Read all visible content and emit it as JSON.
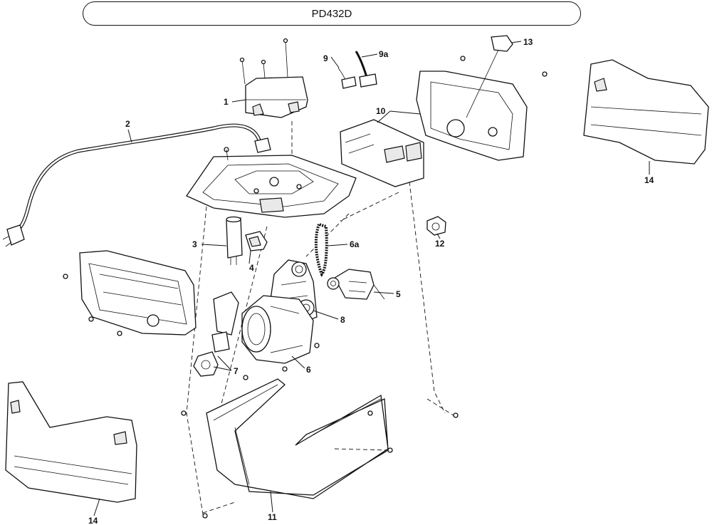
{
  "title": "PD432D",
  "callouts": [
    {
      "id": "1",
      "label": "1"
    },
    {
      "id": "2",
      "label": "2"
    },
    {
      "id": "3",
      "label": "3"
    },
    {
      "id": "4",
      "label": "4"
    },
    {
      "id": "5",
      "label": "5"
    },
    {
      "id": "6",
      "label": "6"
    },
    {
      "id": "6a",
      "label": "6a"
    },
    {
      "id": "7",
      "label": "7"
    },
    {
      "id": "8",
      "label": "8"
    },
    {
      "id": "9",
      "label": "9"
    },
    {
      "id": "9a",
      "label": "9a"
    },
    {
      "id": "10",
      "label": "10"
    },
    {
      "id": "11",
      "label": "11"
    },
    {
      "id": "12",
      "label": "12"
    },
    {
      "id": "13",
      "label": "13"
    },
    {
      "id": "14-right",
      "label": "14"
    },
    {
      "id": "14-left",
      "label": "14"
    }
  ]
}
